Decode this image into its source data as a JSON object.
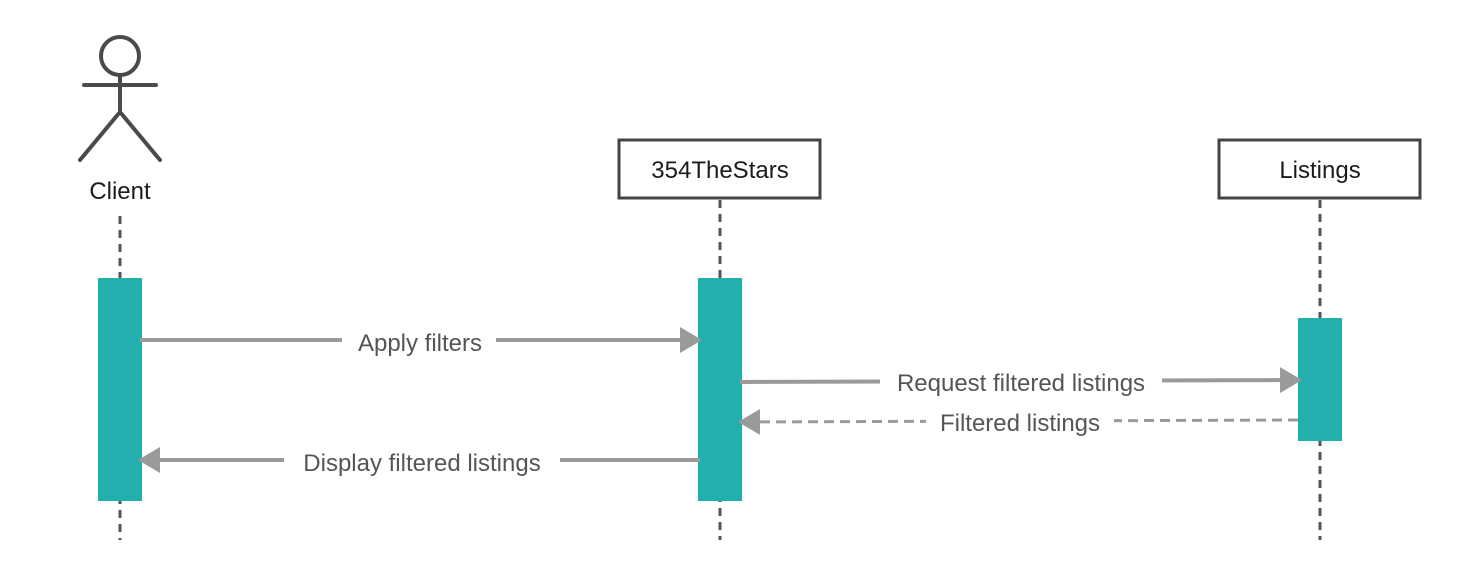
{
  "participants": {
    "client": {
      "label": "Client",
      "kind": "actor"
    },
    "system": {
      "label": "354TheStars",
      "kind": "object"
    },
    "listings": {
      "label": "Listings",
      "kind": "object"
    }
  },
  "messages": {
    "apply": {
      "label": "Apply filters",
      "style": "solid"
    },
    "request": {
      "label": "Request filtered listings",
      "style": "solid"
    },
    "filtered": {
      "label": "Filtered listings",
      "style": "dashed"
    },
    "display": {
      "label": "Display filtered listings",
      "style": "solid"
    }
  },
  "colors": {
    "activation": "#21b0ae",
    "arrow": "#9a9a9a",
    "lifeline": "#555555",
    "box_border": "#444444",
    "text": "#555555"
  }
}
